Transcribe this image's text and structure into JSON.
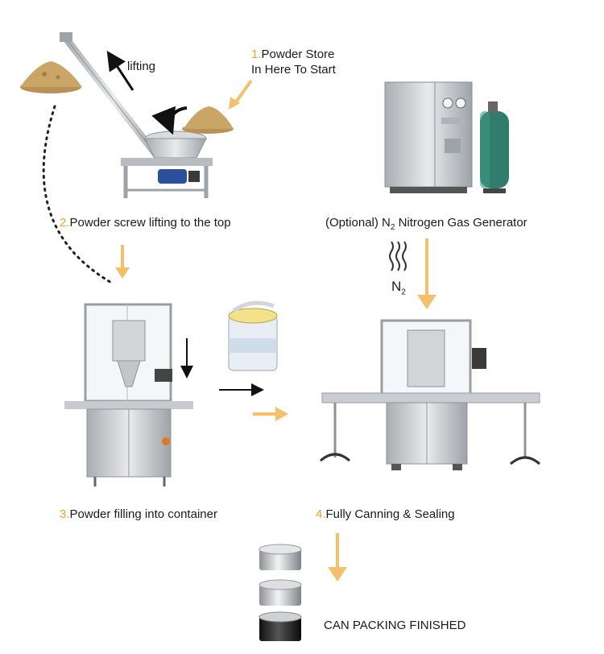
{
  "steps": [
    {
      "num": "1.",
      "text_line1": "Powder Store",
      "text_line2": "In Here To Start"
    },
    {
      "num": "2.",
      "text": "Powder screw lifting to the top"
    },
    {
      "num": "3.",
      "text": "Powder filling into container"
    },
    {
      "num": "4.",
      "text": "Fully Canning & Sealing"
    }
  ],
  "lifting_label": "lifting",
  "nitrogen": {
    "prefix": "(Optional) N",
    "sub": "2",
    "suffix": " Nitrogen Gas Generator"
  },
  "n2_symbol": {
    "main": "N",
    "sub": "2"
  },
  "finished_label": "CAN PACKING FINISHED",
  "colors": {
    "arrow": "#f5c06a",
    "number": "#f0a030",
    "steel": "#c9ccd0",
    "powder": "#c9a566",
    "tank": "#2f7d6a"
  },
  "icons": [
    "powder-pile-icon",
    "screw-conveyor-icon",
    "filling-machine-icon",
    "can-icon",
    "sealing-machine-icon",
    "nitrogen-generator-icon",
    "gas-tank-icon",
    "wavy-lines-icon"
  ]
}
